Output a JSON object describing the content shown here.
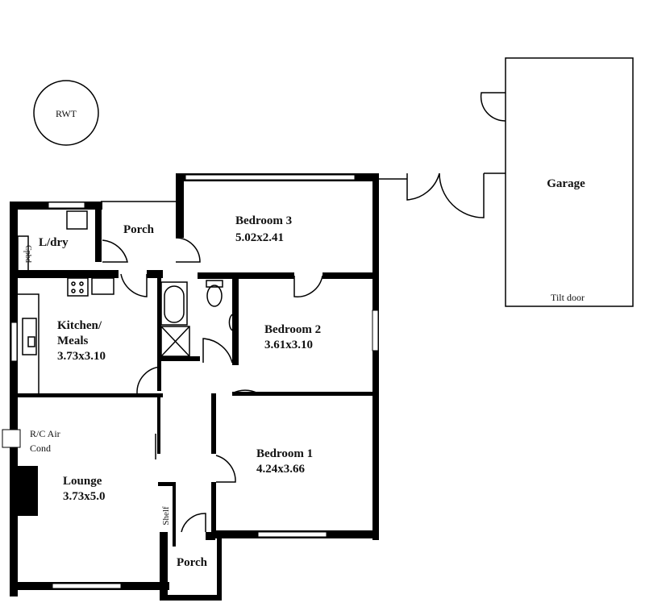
{
  "rwt": {
    "label": "RWT"
  },
  "garage": {
    "label": "Garage",
    "door_label": "Tilt door"
  },
  "rooms": {
    "laundry": {
      "label": "L/dry",
      "cupboard": "Cpbd"
    },
    "porch_top": {
      "label": "Porch"
    },
    "bedroom3": {
      "label": "Bedroom 3",
      "size": "5.02x2.41"
    },
    "kitchen": {
      "line1": "Kitchen/",
      "line2": "Meals",
      "size": "3.73x3.10"
    },
    "bedroom2": {
      "label": "Bedroom 2",
      "size": "3.61x3.10"
    },
    "bedroom1": {
      "label": "Bedroom 1",
      "size": "4.24x3.66"
    },
    "lounge": {
      "label": "Lounge",
      "size": "3.73x5.0",
      "aircon_line1": "R/C Air",
      "aircon_line2": "Cond"
    },
    "shelf": {
      "label": "Shelf"
    },
    "porch_bottom": {
      "label": "Porch"
    }
  }
}
